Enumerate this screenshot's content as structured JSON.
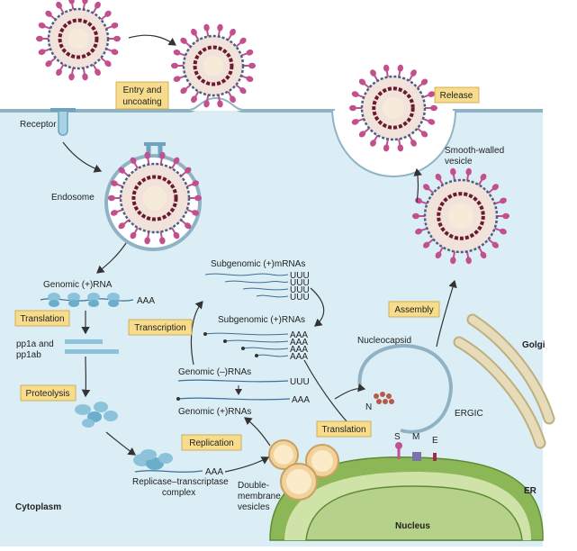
{
  "colors": {
    "cytoplasm": "#dbeef6",
    "membrane": "#8fb3c4",
    "spike": "#c2508f",
    "envelope": "#f1e2dc",
    "genome": "#6b1b2b",
    "er": "#8bb757",
    "nucleus": "#b6d28a",
    "golgi": "#d9cda4",
    "vesicle": "#f0d29a",
    "tag": "#f7dc8e",
    "arrow": "#333333"
  },
  "steps": {
    "entry": [
      "Entry and",
      "uncoating"
    ],
    "release": "Release",
    "translation1": "Translation",
    "proteolysis": "Proteolysis",
    "transcription": "Transcription",
    "replication": "Replication",
    "assembly": "Assembly",
    "translation2": "Translation"
  },
  "labels": {
    "receptor": "Receptor",
    "endosome": "Endosome",
    "smooth_vesicle": [
      "Smooth-walled",
      "vesicle"
    ],
    "genomic_pos_rna": "Genomic (+)RNA",
    "aaa": "AAA",
    "pp1a": [
      "pp1a and",
      "pp1ab"
    ],
    "subgenomic_m": "Subgenomic (+)mRNAs",
    "uuu": "UUU",
    "subgenomic_pos": "Subgenomic (+)RNAs",
    "genomic_neg": "Genomic (–)RNAs",
    "genomic_pos_rnas": "Genomic (+)RNAs",
    "nucleocapsid": "Nucleocapsid",
    "n": "N",
    "ergic": "ERGIC",
    "golgi": "Golgi",
    "replicase": [
      "Replicase–transcriptase",
      "complex"
    ],
    "double_membrane": [
      "Double-",
      "membrane",
      "vesicles"
    ],
    "s": "S",
    "m": "M",
    "e": "E",
    "er": "ER",
    "nucleus": "Nucleus",
    "cytoplasm": "Cytoplasm"
  }
}
